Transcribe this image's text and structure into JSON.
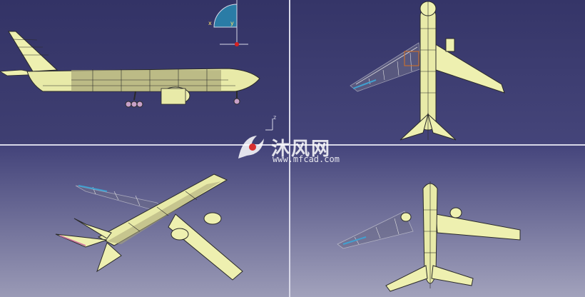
{
  "watermark": {
    "brand": "沐风网",
    "url": "www.mfcad.com"
  },
  "compass": {
    "x_label": "x",
    "y_label": "y",
    "z_label": "z"
  },
  "colors": {
    "background": "#3d3d6e",
    "wing": "#eef0b0",
    "frame": "#2a2a2a"
  }
}
